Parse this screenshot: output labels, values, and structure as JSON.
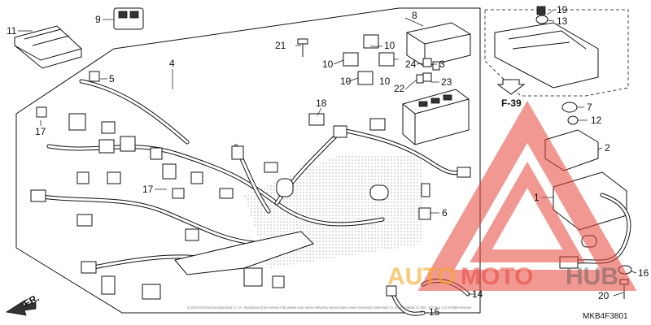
{
  "diagram": {
    "part_numbers": [
      "1",
      "2",
      "4",
      "5",
      "6",
      "7",
      "8",
      "9",
      "10",
      "10",
      "10",
      "10",
      "11",
      "12",
      "13",
      "14",
      "15",
      "16",
      "17",
      "17",
      "18",
      "19",
      "20",
      "21",
      "22",
      "23",
      "24",
      "3"
    ],
    "reference_label": "F-39",
    "diagram_code": "MKB4F3801",
    "front_label": "FR.",
    "copyright": "(c) 2003-2018 American Honda Motor Co., Inc. Reproduction of the contents of this website in any manner without the express written consent of American Honda Motor Co., Inc. is prohibited. (c) 2001 - 2017 DLS, LLC All Rights Reserved.",
    "watermark": {
      "word_a": "AUTO",
      "word_b": "MOTO",
      "word_c": "HUB"
    }
  }
}
